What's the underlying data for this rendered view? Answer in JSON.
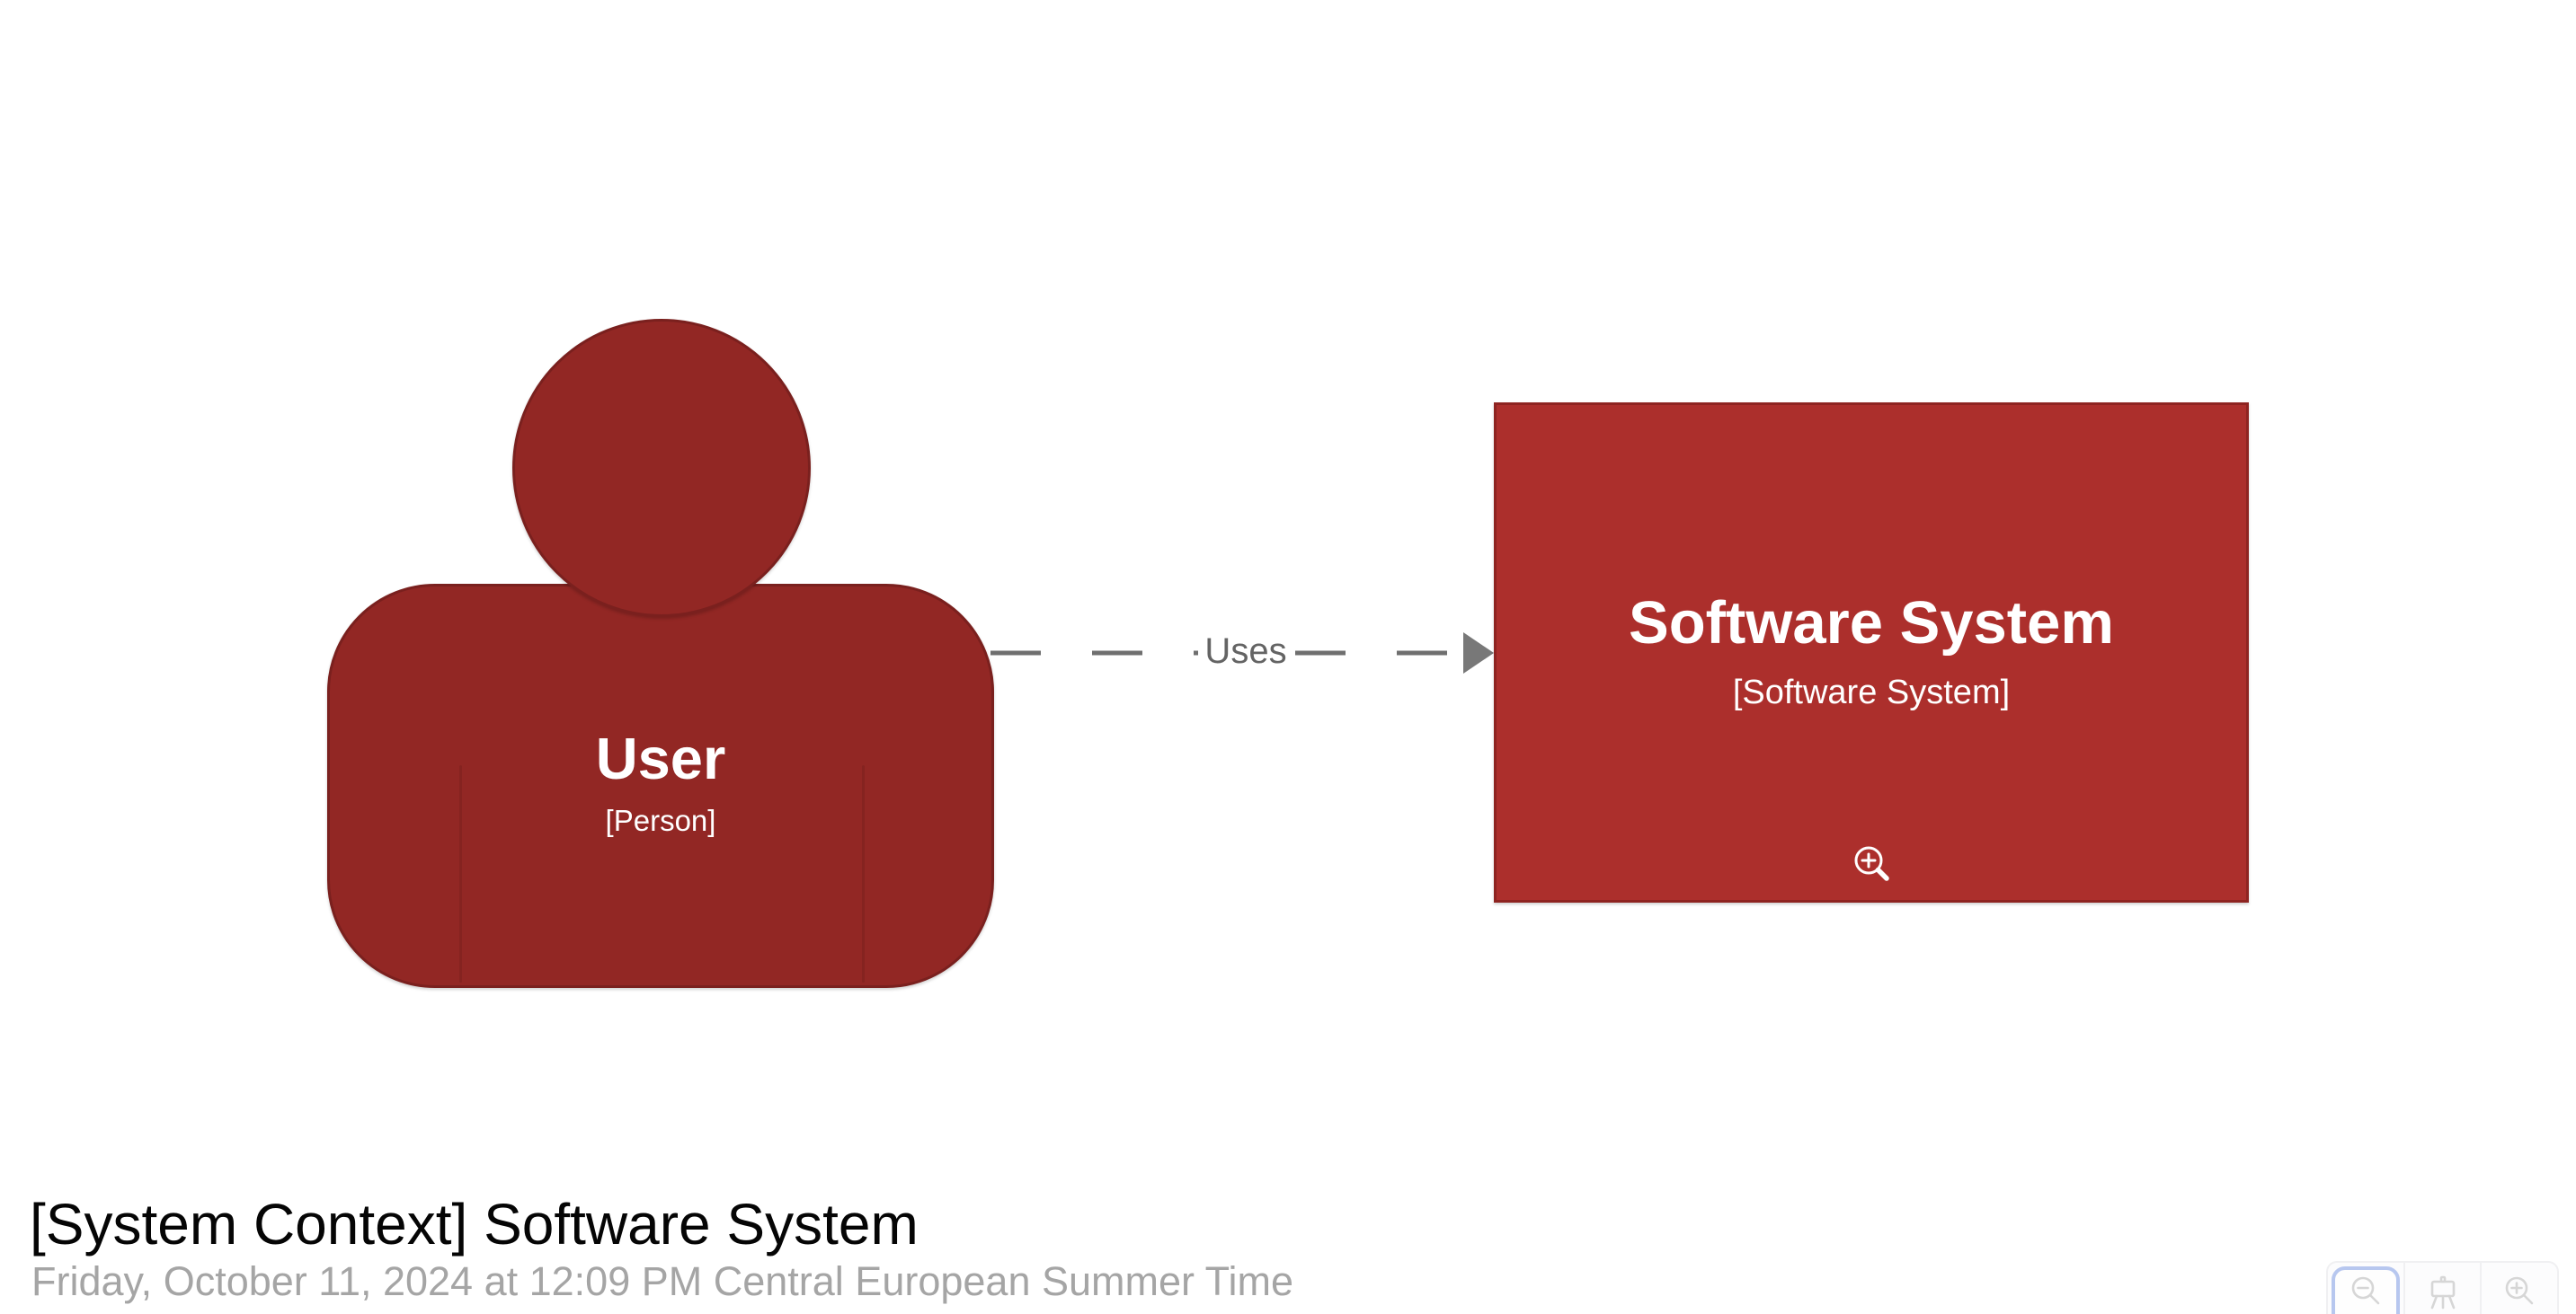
{
  "diagram": {
    "person": {
      "name": "User",
      "metadata": "[Person]"
    },
    "relationship": {
      "description": "Uses"
    },
    "software_system": {
      "name": "Software System",
      "metadata": "[Software System]",
      "zoom_icon": "magnifier-plus"
    }
  },
  "footer": {
    "title": "[System Context] Software System",
    "timestamp": "Friday, October 11, 2024 at 12:09 PM Central European Summer Time"
  },
  "controls": {
    "zoom_out_icon": "magnifier-minus",
    "presentation_icon": "easel",
    "zoom_in_icon": "magnifier-plus"
  },
  "theme": {
    "person-fill": "#922724",
    "person-stroke": "#7a201e",
    "system-fill": "#ac2f2c",
    "system-stroke": "#8e2421",
    "relation-color": "#6f6f6f",
    "arrow-color": "#787878",
    "label-color": "#646464",
    "title-color": "#050505",
    "timestamp-color": "#a5a5a5",
    "element-text": "#ffffff",
    "control-ring": "#b7c7ef",
    "control-icon": "#d6d6d6",
    "control-border": "#f0f0f2",
    "control-bg": "#fcfcfd"
  }
}
